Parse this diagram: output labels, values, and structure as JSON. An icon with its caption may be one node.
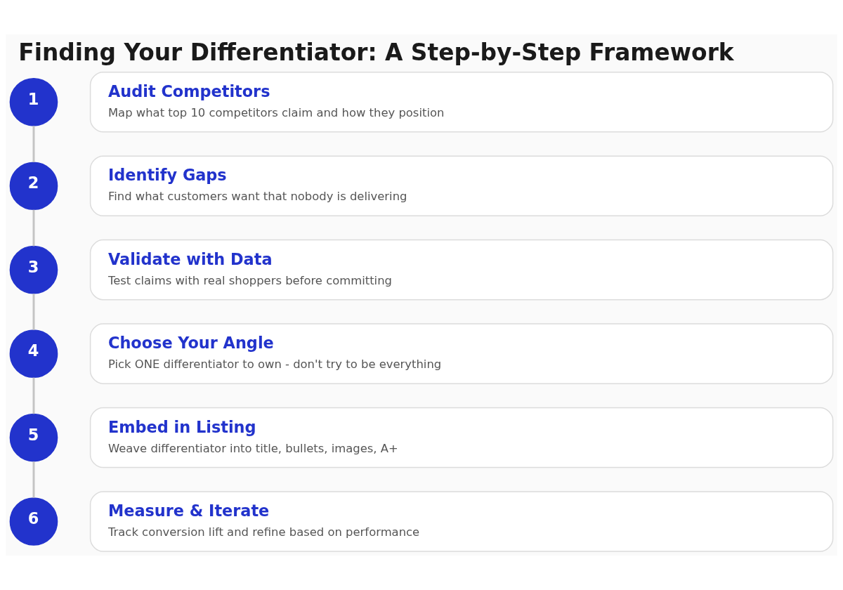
{
  "diagram": {
    "title": "Finding Your Differentiator: A Step-by-Step Framework",
    "nodes": [
      {
        "text": [
          "1"
        ]
      },
      {
        "text": [
          "Audit Competitors",
          "Map what top 10 competitors claim and how they position"
        ]
      },
      {
        "text": [
          "2"
        ]
      },
      {
        "text": [
          "Identify Gaps",
          "Find what customers want that nobody is delivering"
        ]
      },
      {
        "text": [
          "3"
        ]
      },
      {
        "text": [
          "Validate with Data",
          "Test claims with real shoppers before committing"
        ]
      },
      {
        "text": [
          "4"
        ]
      },
      {
        "text": [
          "Choose Your Angle",
          "Pick ONE differentiator to own - don't try to be everything"
        ]
      },
      {
        "text": [
          "5"
        ]
      },
      {
        "text": [
          "Embed in Listing",
          "Weave differentiator into title, bullets, images, A+"
        ]
      },
      {
        "text": [
          "6"
        ]
      },
      {
        "text": [
          "Measure & Iterate",
          "Track conversion lift and refine based on performance"
        ]
      }
    ],
    "edges": [
      {
        "from": 0,
        "to": 2,
        "arrow": "none"
      },
      {
        "from": 2,
        "to": 4,
        "arrow": "none"
      },
      {
        "from": 4,
        "to": 6,
        "arrow": "none"
      },
      {
        "from": 6,
        "to": 8,
        "arrow": "none"
      },
      {
        "from": 8,
        "to": 10,
        "arrow": "none"
      }
    ]
  }
}
